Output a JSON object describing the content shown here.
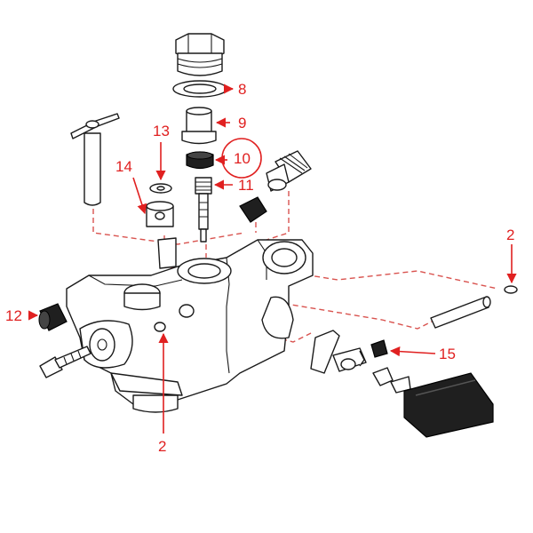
{
  "diagram": {
    "callouts": [
      {
        "id": "c8",
        "label": "8"
      },
      {
        "id": "c9",
        "label": "9"
      },
      {
        "id": "c10",
        "label": "10",
        "circled": true
      },
      {
        "id": "c11",
        "label": "11"
      },
      {
        "id": "c13",
        "label": "13"
      },
      {
        "id": "c14",
        "label": "14"
      },
      {
        "id": "c12",
        "label": "12"
      },
      {
        "id": "c2a",
        "label": "2"
      },
      {
        "id": "c2b",
        "label": "2"
      },
      {
        "id": "c15",
        "label": "15"
      }
    ],
    "colors": {
      "callout": "#e02020",
      "dashed_leader": "#d9534f",
      "ink": "#1a1a1a"
    }
  }
}
